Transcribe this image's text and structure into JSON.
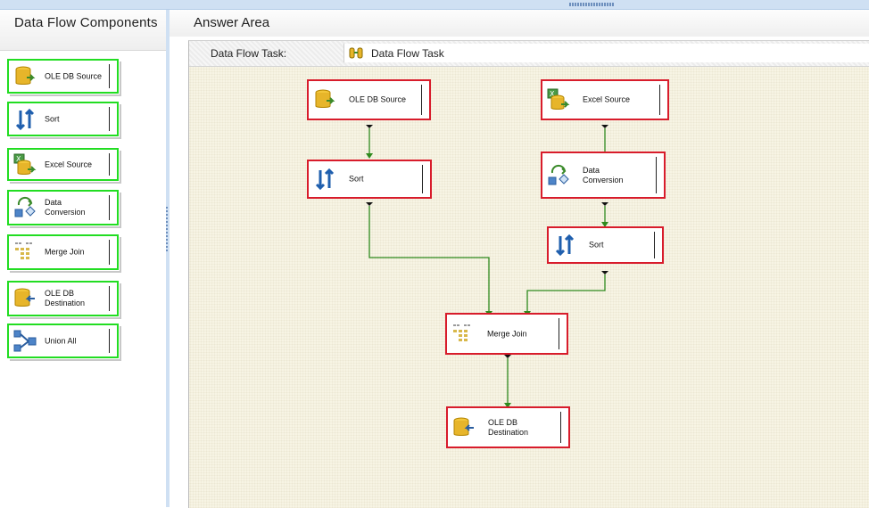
{
  "left_panel": {
    "title": "Data Flow Components",
    "components": [
      {
        "label": "OLE DB Source",
        "icon": "ole-db-source-icon"
      },
      {
        "label": "Sort",
        "icon": "sort-icon"
      },
      {
        "label": "Excel Source",
        "icon": "excel-source-icon"
      },
      {
        "label": "Data\nConversion",
        "icon": "data-conversion-icon"
      },
      {
        "label": "Merge Join",
        "icon": "merge-join-icon"
      },
      {
        "label": "OLE DB\nDestination",
        "icon": "ole-db-destination-icon"
      },
      {
        "label": "Union All",
        "icon": "union-all-icon"
      }
    ]
  },
  "answer_area": {
    "title": "Answer Area",
    "task_label": "Data Flow Task:",
    "task_value": "Data Flow Task",
    "nodes": [
      {
        "label": "OLE DB Source",
        "icon": "ole-db-source-icon"
      },
      {
        "label": "Excel Source",
        "icon": "excel-source-icon"
      },
      {
        "label": "Sort",
        "icon": "sort-icon"
      },
      {
        "label": "Data\nConversion",
        "icon": "data-conversion-icon"
      },
      {
        "label": "Sort",
        "icon": "sort-icon"
      },
      {
        "label": "Merge Join",
        "icon": "merge-join-icon"
      },
      {
        "label": "OLE DB\nDestination",
        "icon": "ole-db-destination-icon"
      }
    ]
  },
  "colors": {
    "palette_border": "#22dd22",
    "canvas_border": "#d81c2b",
    "connector": "#2f8a1e"
  }
}
